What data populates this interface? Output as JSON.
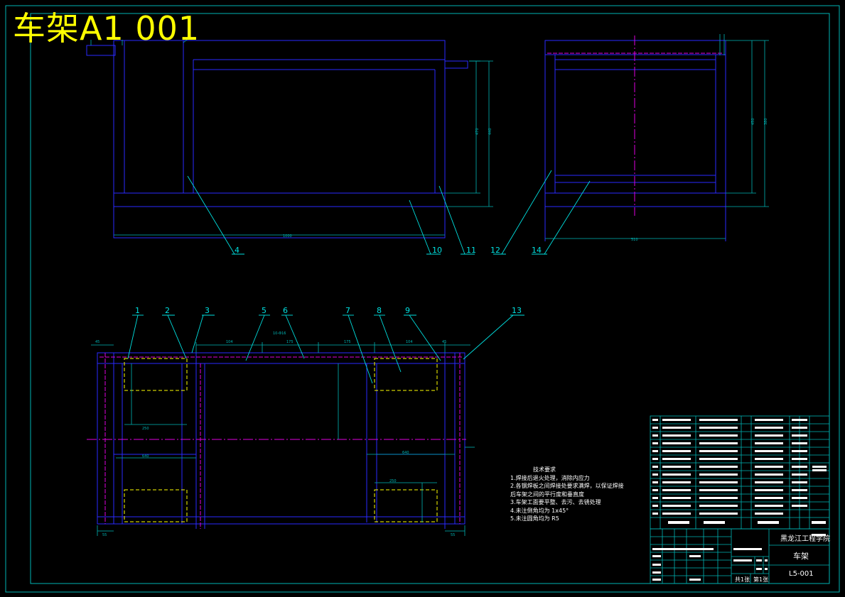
{
  "drawing": {
    "title": "车架A1  001",
    "balloons": {
      "front": [
        "4",
        "10",
        "11"
      ],
      "side": [
        "12",
        "14"
      ],
      "top": [
        "1",
        "2",
        "3",
        "5",
        "6",
        "7",
        "8",
        "9",
        "13"
      ]
    },
    "dimensions": {
      "front_width": "1000",
      "front_h1": "470",
      "front_h2": "440",
      "side_width": "510",
      "side_h1": "450",
      "side_h2": "380",
      "top_spans": [
        "104",
        "175",
        "175",
        "104"
      ],
      "top_side": [
        "45",
        "45"
      ],
      "top_hole": "10-Φ16",
      "top_inner": [
        "250",
        "250",
        "640",
        "640"
      ],
      "top_bottom": [
        "55",
        "55"
      ]
    },
    "technical_requirements": {
      "title": "技术要求",
      "items": [
        "1.焊接后退火处理，消除内应力",
        "2.各钢焊板之间焊接处要求满焊，以保证焊接",
        "后车架之间的平行度和垂直度",
        "3.车架工面要平整、去污、去锈处理",
        "4.未注倒角均为 1x45°",
        "5.未注圆角均为 R5"
      ]
    },
    "title_block": {
      "school": "黑龙江工程学院",
      "part_name": "车架",
      "drawing_no": "L5-001",
      "sheets_total": "共1张",
      "sheet_no": "第1张"
    }
  }
}
